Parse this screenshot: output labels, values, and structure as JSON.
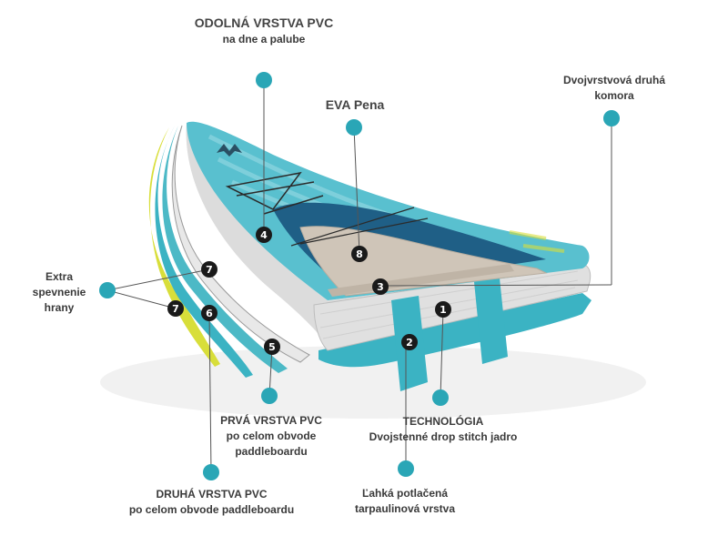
{
  "labels": {
    "odolna": {
      "title": "ODOLNÁ  VRSTVA PVC",
      "sub": "na dne a palube"
    },
    "eva": {
      "title": "EVA Pena"
    },
    "dvojvrstvova": {
      "line1": "Dvojvrstvová druhá",
      "line2": "komora"
    },
    "extra": {
      "line1": "Extra",
      "line2": "spevnenie",
      "line3": "hrany"
    },
    "prva": {
      "line1": "PRVÁ VRSTVA PVC",
      "line2": "po celom obvode",
      "line3": "paddleboardu"
    },
    "druha": {
      "line1": "DRUHÁ VRSTVA PVC",
      "line2": "po celom obvode paddleboardu"
    },
    "technologia": {
      "line1": "TECHNOLÓGIA",
      "line2": "Dvojstenné drop stitch jadro"
    },
    "lahka": {
      "line1": "Ľahká potlačená",
      "line2": "tarpaulinová vrstva"
    }
  },
  "badges": [
    "1",
    "2",
    "3",
    "4",
    "5",
    "6",
    "7",
    "7",
    "8"
  ],
  "colors": {
    "teal_dot": "#2aa6b6",
    "board_teal": "#3bb3c3",
    "board_dark": "#1f5f86",
    "pad_tan": "#cfc5b8",
    "core_grey": "#d9d9d9",
    "yellow": "#d8de3a",
    "badge": "#1a1a1a"
  }
}
